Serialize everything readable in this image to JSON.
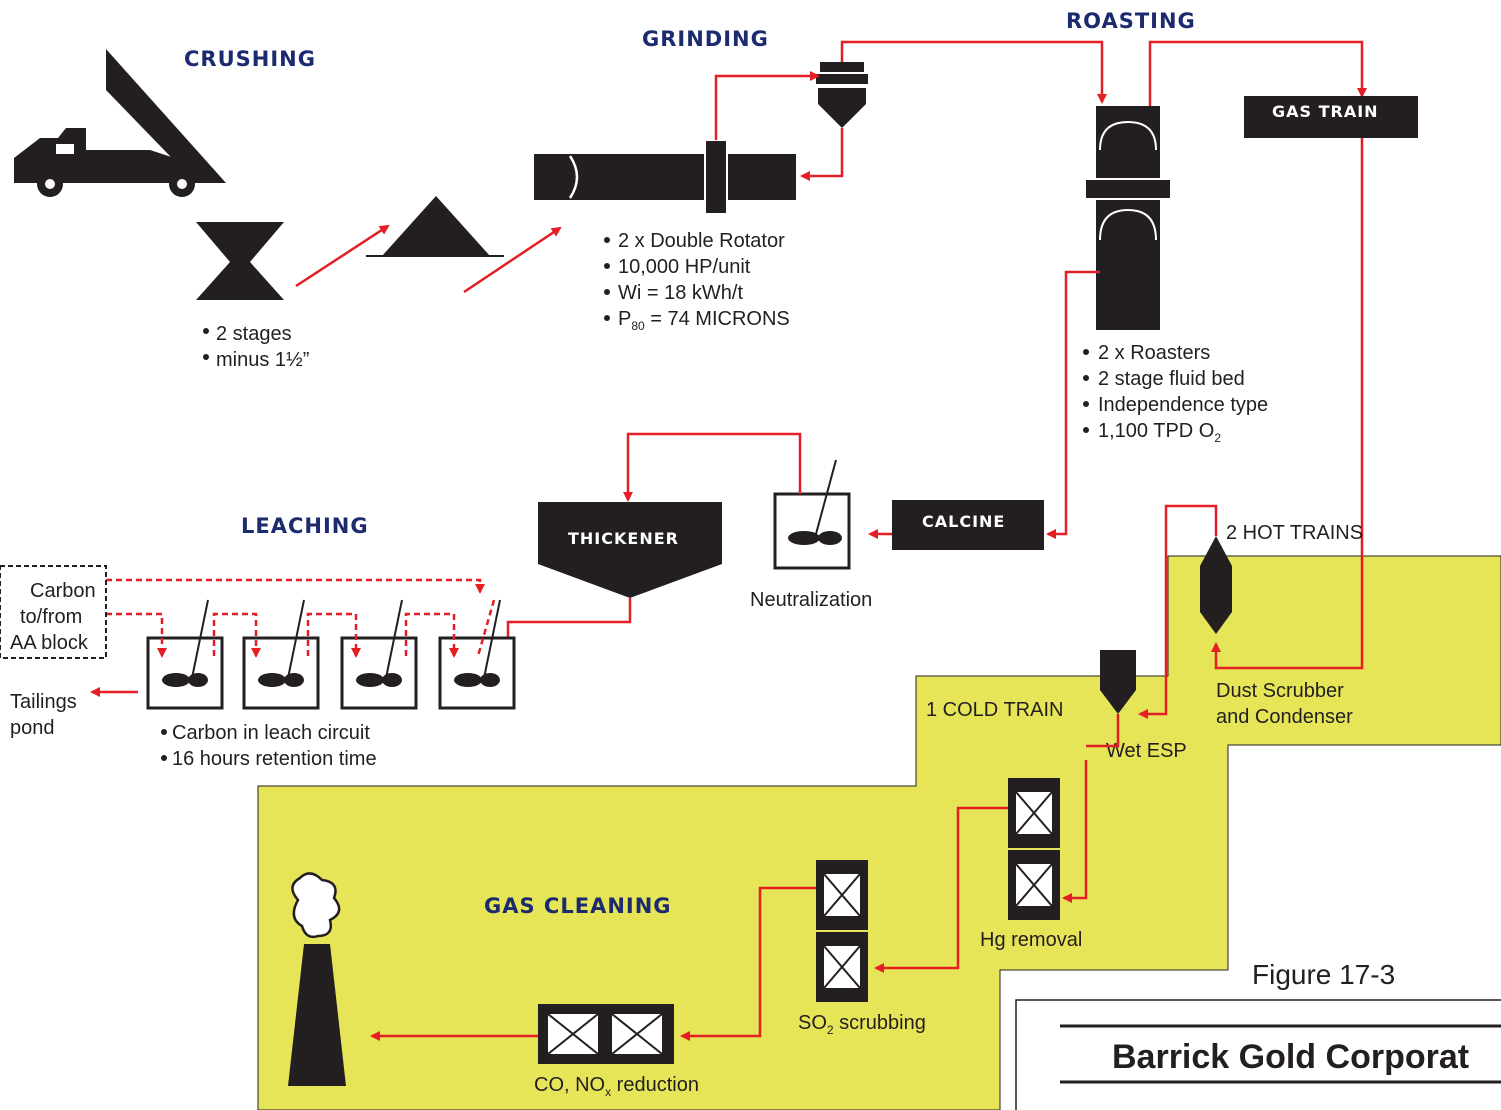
{
  "colors": {
    "highlight": "#e6e558",
    "arrow": "#e31e24",
    "heading": "#1c2a6e",
    "equipment": "#231f20"
  },
  "sections": {
    "crushing": "CRUSHING",
    "grinding": "GRINDING",
    "roasting": "ROASTING",
    "leaching": "LEACHING",
    "gas_cleaning": "GAS CLEANING"
  },
  "boxes": {
    "gas_train": "GAS TRAIN",
    "thickener": "THICKENER",
    "calcine": "CALCINE"
  },
  "crushing_notes": [
    "2 stages",
    "minus 1½”"
  ],
  "grinding_notes": [
    "2 x Double Rotator",
    "10,000 HP/unit",
    "Wi = 18 kWh/t",
    "P",
    "80",
    " = 74 MICRONS"
  ],
  "roasting_notes": [
    "2 x Roasters",
    "2 stage fluid bed",
    "Independence type",
    "1,100 TPD O",
    "2"
  ],
  "leaching_notes": [
    "Carbon in leach circuit",
    "16 hours retention time"
  ],
  "carbon_box": [
    "Carbon",
    "to/from",
    "AA block"
  ],
  "tailings": [
    "Tailings",
    "pond"
  ],
  "neutralization": "Neutralization",
  "hot_trains": "2 HOT TRAINS",
  "cold_train": "1 COLD TRAIN",
  "wet_esp": "Wet ESP",
  "dust_scrubber": [
    "Dust Scrubber",
    "and Condenser"
  ],
  "hg_removal": "Hg removal",
  "so2_scrubbing": [
    "SO",
    "2",
    " scrubbing"
  ],
  "co_nox": [
    "CO, NO",
    "x",
    " reduction"
  ],
  "figure": "Figure 17-3",
  "company": "Barrick Gold Corporat"
}
